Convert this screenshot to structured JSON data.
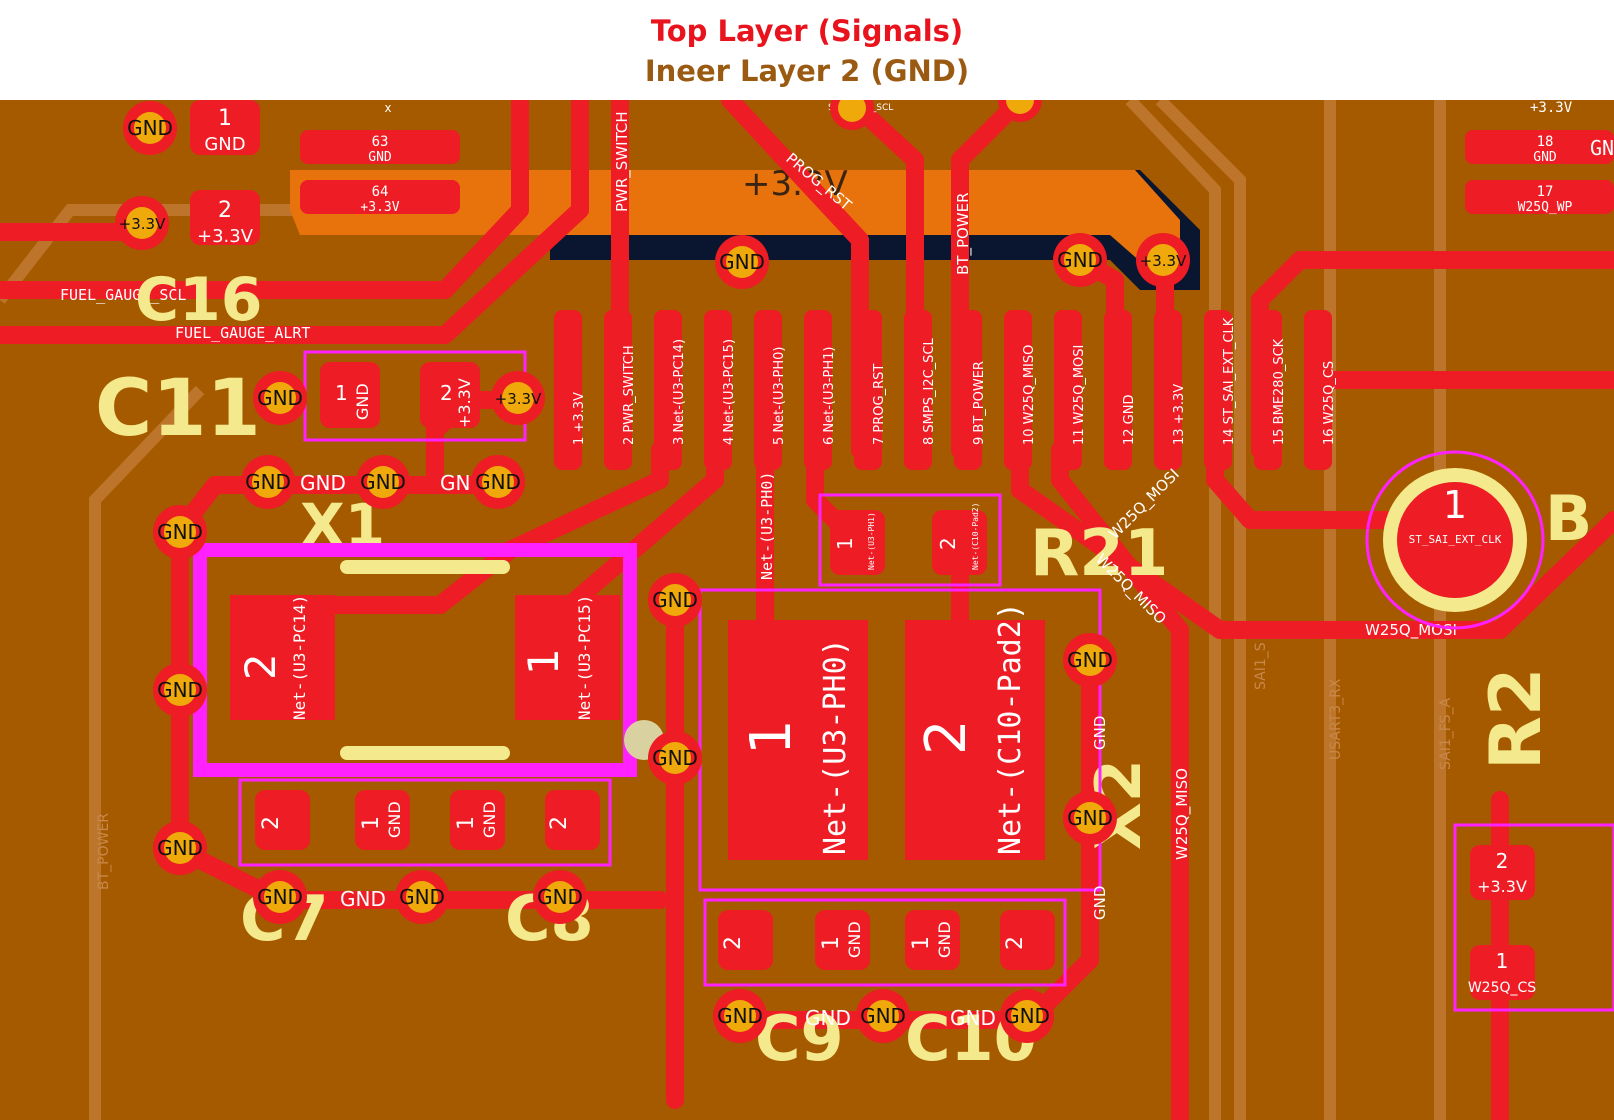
{
  "title_top": "Top Layer (Signals)",
  "title_inner": "Ineer Layer 2 (GND)",
  "colors": {
    "copper": "#a65a00",
    "trace": "#ee1c24",
    "silk": "#f4e98c",
    "pour": "#e8730c",
    "outline": "#ff22ff",
    "via": "#f0a90a",
    "clear": "#0a1630",
    "hole": "#d9d2a0"
  },
  "refs": {
    "c11": "C11",
    "c16": "C16",
    "x1": "X1",
    "x2": "X2",
    "r21": "R21",
    "r2": "R2",
    "c7": "C7",
    "c8": "C8",
    "c9": "C9",
    "c10": "C10",
    "b": "B"
  },
  "nets": {
    "gnd": "GND",
    "v33": "+3.3V",
    "fuel_scl": "FUEL_GAUGE_SCL",
    "fuel_alrt": "FUEL_GAUGE_ALRT",
    "pwr_switch": "PWR_SWITCH",
    "prog_rst": "PROG_RST",
    "bt_power": "BT_POWER",
    "smps": "SMPS_I2C_SCL",
    "w25q_miso": "W25Q_MISO",
    "w25q_mosi": "W25Q_MOSI",
    "w25q_wp": "W25Q_WP",
    "w25q_cs": "W25Q_CS",
    "st_sai": "ST_SAI_EXT_CLK",
    "usart3": "USART3_RX",
    "sai1_fs": "SAI1_FS_A",
    "sai1_s": "SAI1_S",
    "ph0": "Net-(U3-PH0)",
    "pc14": "Net-(U3-PC14)",
    "pc15": "Net-(U3-PC15)",
    "ph1": "Net-(U3-PH1)",
    "c10pad2": "Net-(C10-Pad2)",
    "x_lbl": "x"
  },
  "ic_pins": [
    {
      "num": "1",
      "net": "+3.3V"
    },
    {
      "num": "2",
      "net": "PWR_SWITCH"
    },
    {
      "num": "3",
      "net": "Net-(U3-PC14)"
    },
    {
      "num": "4",
      "net": "Net-(U3-PC15)"
    },
    {
      "num": "5",
      "net": "Net-(U3-PH0)"
    },
    {
      "num": "6",
      "net": "Net-(U3-PH1)"
    },
    {
      "num": "7",
      "net": "PROG_RST"
    },
    {
      "num": "8",
      "net": "SMPS_I2C_SCL"
    },
    {
      "num": "9",
      "net": "BT_POWER"
    },
    {
      "num": "10",
      "net": "W25Q_MISO"
    },
    {
      "num": "11",
      "net": "W25Q_MOSI"
    },
    {
      "num": "12",
      "net": "GND"
    },
    {
      "num": "13",
      "net": "+3.3V"
    },
    {
      "num": "14",
      "net": "ST_SAI_EXT_CLK"
    },
    {
      "num": "15",
      "net": "BME280_SCK"
    },
    {
      "num": "16",
      "net": "W25Q_CS"
    }
  ],
  "left_pins": [
    {
      "num": "63",
      "net": "GND"
    },
    {
      "num": "64",
      "net": "+3.3V"
    }
  ],
  "right_pins": [
    {
      "num": "18",
      "net": "GND"
    },
    {
      "num": "17",
      "net": "W25Q_WP"
    }
  ],
  "pads": {
    "one": "1",
    "two": "2"
  }
}
